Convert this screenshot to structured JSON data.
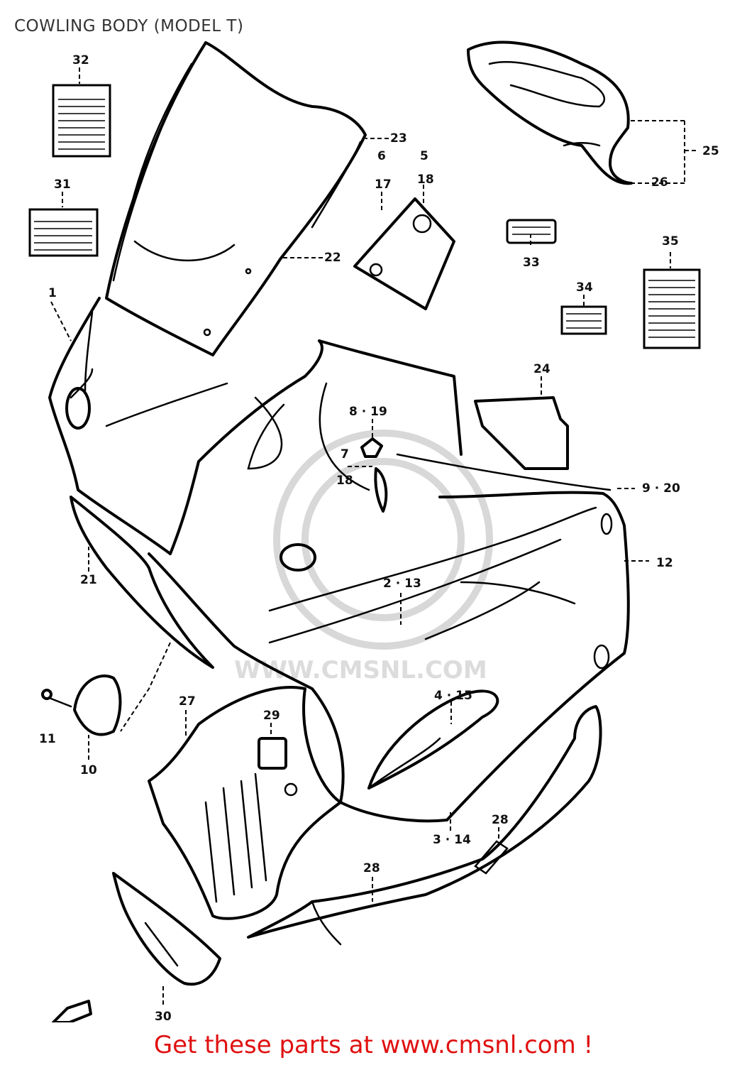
{
  "title": "COWLING BODY (MODEL T)",
  "cta": "Get these parts at www.cmsnl.com !",
  "watermark": "WWW.CMSNL.COM",
  "callouts": [
    {
      "id": "c32",
      "text": "32"
    },
    {
      "id": "c31",
      "text": "31"
    },
    {
      "id": "c1",
      "text": "1"
    },
    {
      "id": "c23",
      "text": "23"
    },
    {
      "id": "c22",
      "text": "22"
    },
    {
      "id": "c6_17",
      "text": "6"
    },
    {
      "id": "c17",
      "text": "17"
    },
    {
      "id": "c5",
      "text": "5"
    },
    {
      "id": "c18a",
      "text": "18"
    },
    {
      "id": "c25",
      "text": "25"
    },
    {
      "id": "c26",
      "text": "26"
    },
    {
      "id": "c33",
      "text": "33"
    },
    {
      "id": "c35",
      "text": "35"
    },
    {
      "id": "c34",
      "text": "34"
    },
    {
      "id": "c24",
      "text": "24"
    },
    {
      "id": "c8_19",
      "text": "8 · 19"
    },
    {
      "id": "c7",
      "text": "7"
    },
    {
      "id": "c18b",
      "text": "18"
    },
    {
      "id": "c9_20",
      "text": "9 · 20"
    },
    {
      "id": "c12",
      "text": "12"
    },
    {
      "id": "c21",
      "text": "21"
    },
    {
      "id": "c2_13",
      "text": "2 · 13"
    },
    {
      "id": "c4_15",
      "text": "4 · 15"
    },
    {
      "id": "c27",
      "text": "27"
    },
    {
      "id": "c29",
      "text": "29"
    },
    {
      "id": "c11",
      "text": "11"
    },
    {
      "id": "c10",
      "text": "10"
    },
    {
      "id": "c28a",
      "text": "28"
    },
    {
      "id": "c3_14",
      "text": "3 · 14"
    },
    {
      "id": "c28b",
      "text": "28"
    },
    {
      "id": "c30",
      "text": "30"
    }
  ],
  "colors": {
    "ink": "#000000",
    "cta": "#e01010",
    "watermark": "#d8d8d8"
  }
}
